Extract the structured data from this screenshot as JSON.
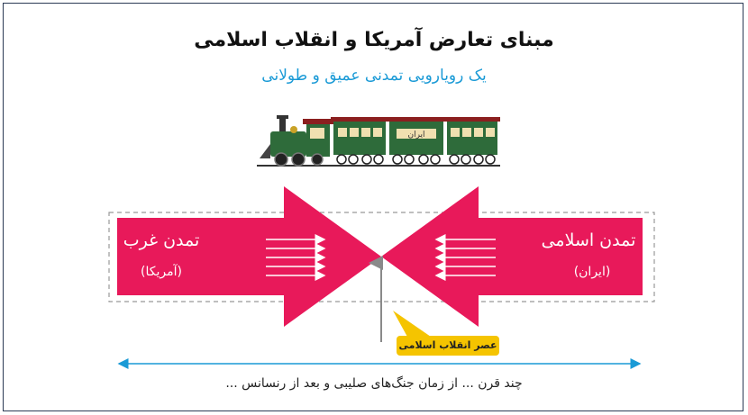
{
  "title": "مبنای تعارض آمریکا و انقلاب اسلامی",
  "subtitle": "یک رویارویی تمدنی عمیق و طولانی",
  "train": {
    "wagon_label": "ایران"
  },
  "left_arrow": {
    "title": "تمدن غرب",
    "subtitle": "(آمریکا)"
  },
  "right_arrow": {
    "title": "تمدن اسلامی",
    "subtitle": "(ایران)"
  },
  "callout": {
    "label": "عصر انقلاب اسلامی"
  },
  "timeline": {
    "caption": "چند قرن ... از زمان جنگ‌های صلیبی و بعد از رنسانس ..."
  },
  "colors": {
    "arrow": "#e8195a",
    "accent": "#1a9ad6",
    "callout": "#f5c400",
    "border": "#2b3a55"
  }
}
